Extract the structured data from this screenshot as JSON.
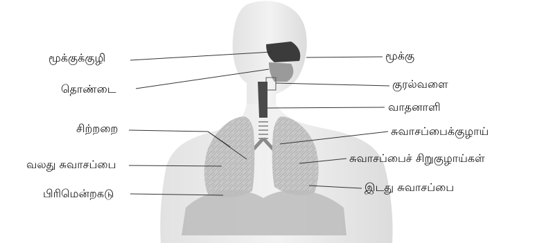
{
  "diagram": {
    "labels_left": [
      {
        "id": "nasal-cavity",
        "text": "மூக்குக்குழி"
      },
      {
        "id": "pharynx",
        "text": "தொண்டை"
      },
      {
        "id": "alveoli",
        "text": "சிற்றறை"
      },
      {
        "id": "right-lung",
        "text": "வலது சுவாசப்பை"
      },
      {
        "id": "diaphragm",
        "text": "பிரிமென்றகடு"
      }
    ],
    "labels_right": [
      {
        "id": "nose",
        "text": "மூக்கு"
      },
      {
        "id": "larynx",
        "text": "குரல்வளை"
      },
      {
        "id": "trachea",
        "text": "வாதனாளி"
      },
      {
        "id": "bronchus",
        "text": "சுவாசப்பைக்குழாய்"
      },
      {
        "id": "bronchioles",
        "text": "சுவாசப்பைச் சிறுகுழாய்கள்"
      },
      {
        "id": "left-lung",
        "text": "இடது சுவாசப்பை"
      }
    ],
    "colors": {
      "body": "#ebebeb",
      "body_shadow": "#d2d2d2",
      "lung": "#c4c4c4",
      "lung_detail": "#8e8e8e",
      "diaphragm": "#b9b9b9",
      "airway": "#444444",
      "leader_line": "#333333"
    }
  }
}
